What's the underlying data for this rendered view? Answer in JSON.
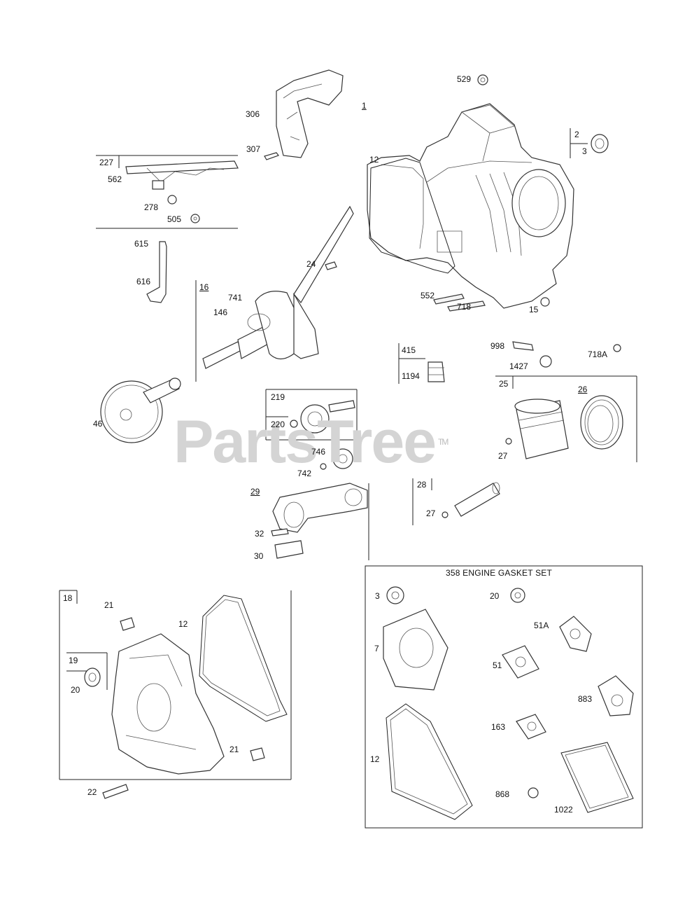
{
  "watermark": {
    "text": "PartsTree",
    "mark": "TM"
  },
  "gasket_set_title": "358 ENGINE GASKET SET",
  "labels": {
    "l529": "529",
    "l1": "1",
    "l306": "306",
    "l307": "307",
    "l2": "2",
    "l3": "3",
    "l12a": "12",
    "l227": "227",
    "l562a": "562",
    "l278": "278",
    "l505": "505",
    "l615": "615",
    "l616": "616",
    "l24": "24",
    "l16": "16",
    "l741": "741",
    "l146": "146",
    "l552": "552",
    "l718": "718",
    "l15": "15",
    "l998": "998",
    "l1427": "1427",
    "l718A": "718A",
    "l415": "415",
    "l1194": "1194",
    "l25": "25",
    "l26": "26",
    "l27a": "27",
    "l219": "219",
    "l220": "220",
    "l46": "46",
    "l746": "746",
    "l742": "742",
    "l29": "29",
    "l28": "28",
    "l27b": "27",
    "l32": "32",
    "l30": "30",
    "l18": "18",
    "l21a": "21",
    "l12b": "12",
    "l19": "19",
    "l20a": "20",
    "l21b": "21",
    "l22": "22",
    "g3": "3",
    "g20": "20",
    "g51A": "51A",
    "g7": "7",
    "g51": "51",
    "g883": "883",
    "g12": "12",
    "g163": "163",
    "g868": "868",
    "g1022": "1022"
  }
}
